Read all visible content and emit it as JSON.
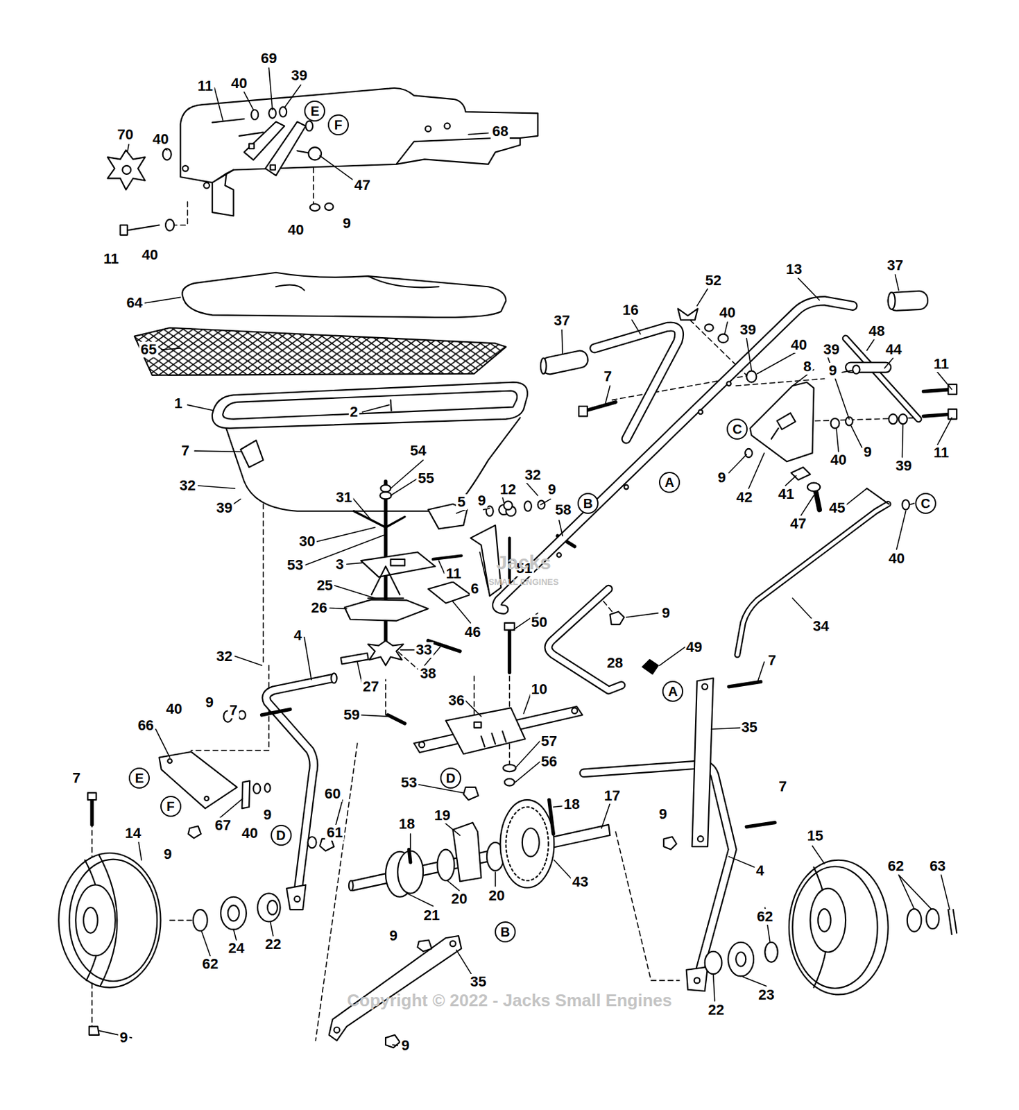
{
  "diagram": {
    "nodes": [
      {
        "text": [
          "E"
        ]
      },
      {
        "text": [
          "F"
        ]
      },
      {
        "text": [
          "C"
        ]
      },
      {
        "text": [
          "A"
        ]
      },
      {
        "text": [
          "C"
        ]
      },
      {
        "text": [
          "B"
        ]
      },
      {
        "text": [
          "A"
        ]
      },
      {
        "text": [
          "D"
        ]
      },
      {
        "text": [
          "E"
        ]
      },
      {
        "text": [
          "F"
        ]
      },
      {
        "text": [
          "D"
        ]
      },
      {
        "text": [
          "B"
        ]
      }
    ],
    "labels": [
      "69",
      "11",
      "40",
      "39",
      "70",
      "40",
      "68",
      "47",
      "40",
      "9",
      "11",
      "40",
      "64",
      "65",
      "37",
      "16",
      "52",
      "13",
      "37",
      "40",
      "39",
      "48",
      "40",
      "39",
      "44",
      "11",
      "8",
      "9",
      "7",
      "1",
      "2",
      "7",
      "9",
      "11",
      "40",
      "39",
      "54",
      "32",
      "9",
      "55",
      "32",
      "9",
      "12",
      "41",
      "42",
      "31",
      "5",
      "9",
      "39",
      "45",
      "58",
      "47",
      "30",
      "40",
      "3",
      "53",
      "51",
      "11",
      "25",
      "6",
      "26",
      "9",
      "50",
      "34",
      "46",
      "4",
      "49",
      "33",
      "32",
      "7",
      "28",
      "38",
      "27",
      "10",
      "36",
      "9",
      "40",
      "7",
      "59",
      "66",
      "35",
      "57",
      "56",
      "7",
      "53",
      "7",
      "60",
      "17",
      "18",
      "9",
      "9",
      "19",
      "18",
      "67",
      "40",
      "61",
      "14",
      "15",
      "9",
      "62",
      "63",
      "4",
      "43",
      "20",
      "20",
      "21",
      "62",
      "9",
      "24",
      "22",
      "62",
      "35",
      "23",
      "22",
      "9",
      "9",
      "Jacks",
      "SMALL ENGINES",
      "Copyright © 2022 - Jacks Small Engines"
    ]
  }
}
